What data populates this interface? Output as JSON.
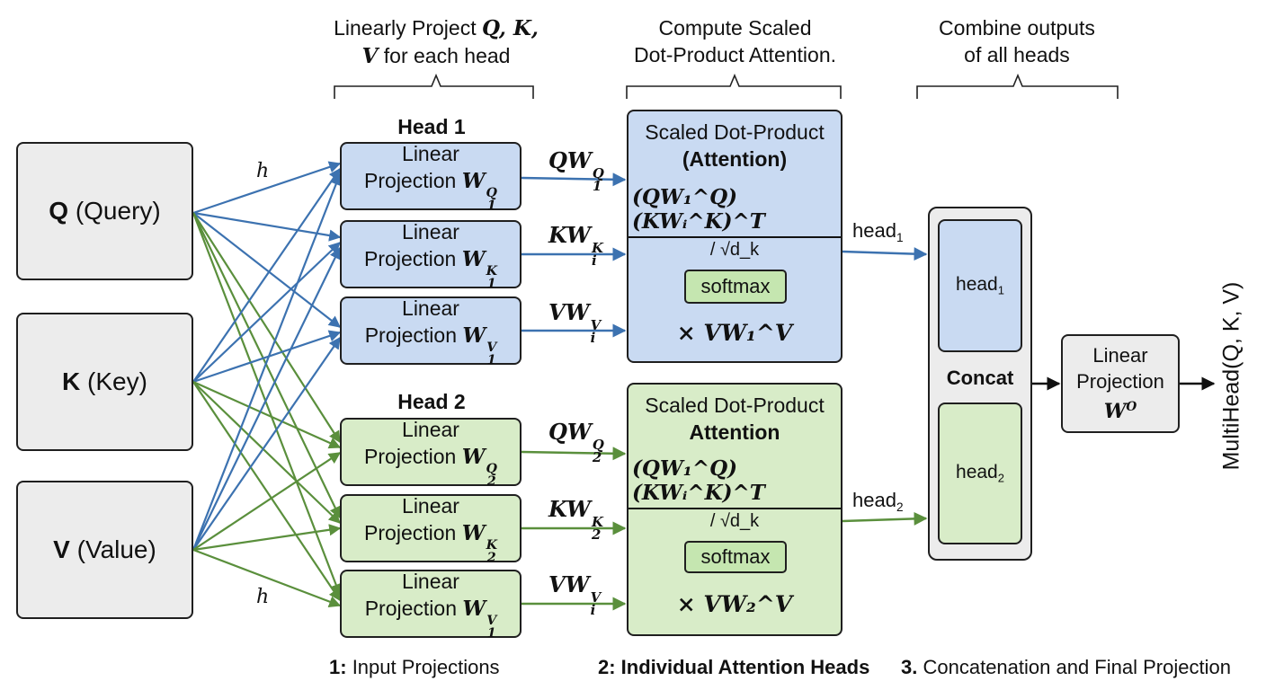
{
  "steps": {
    "step1_note_line1": "Linearly Project",
    "step1_note_vars": "Q, K,",
    "step1_note_v": "V",
    "step1_note_line2": "for each head",
    "step2_note_line1": "Compute Scaled",
    "step2_note_line2": "Dot-Product Attention.",
    "step3_note_line1": "Combine outputs",
    "step3_note_line2": "of all heads"
  },
  "inputs": [
    {
      "symbol": "Q",
      "label": "(Query)"
    },
    {
      "symbol": "K",
      "label": "(Key)"
    },
    {
      "symbol": "V",
      "label": "(Value)"
    }
  ],
  "h_label": "h",
  "heads": [
    {
      "title": "Head 1",
      "projections": [
        {
          "line1": "Linear",
          "line2": "Projection",
          "mat": "W",
          "sub": "1",
          "sup": "Q",
          "out": "QW",
          "out_sub": "1",
          "out_sup": "Q"
        },
        {
          "line1": "Linear",
          "line2": "Projection",
          "mat": "W",
          "sub": "1",
          "sup": "K",
          "out": "KW",
          "out_sub": "i",
          "out_sup": "K"
        },
        {
          "line1": "Linear",
          "line2": "Projection",
          "mat": "W",
          "sub": "1",
          "sup": "V",
          "out": "VW",
          "out_sub": "i",
          "out_sup": "V"
        }
      ],
      "attention": {
        "title_line1": "Scaled Dot-Product",
        "title_line2": "(Attention)",
        "numerator": "(QW₁^Q)(KWᵢ^K)^T",
        "denominator": "/ √d_k",
        "softmax": "softmax",
        "multiply": "× VW₁^V"
      },
      "output": "head",
      "output_sub": "1"
    },
    {
      "title": "Head 2",
      "projections": [
        {
          "line1": "Linear",
          "line2": "Projection",
          "mat": "W",
          "sub": "2",
          "sup": "Q",
          "out": "QW",
          "out_sub": "2",
          "out_sup": "Q"
        },
        {
          "line1": "Linear",
          "line2": "Projection",
          "mat": "W",
          "sub": "2",
          "sup": "K",
          "out": "KW",
          "out_sub": "2",
          "out_sup": "K"
        },
        {
          "line1": "Linear",
          "line2": "Projection",
          "mat": "W",
          "sub": "1",
          "sup": "V",
          "out": "VW",
          "out_sub": "i",
          "out_sup": "V"
        }
      ],
      "attention": {
        "title_line1": "Scaled Dot-Product",
        "title_line2": "Attention",
        "numerator": "(QW₁^Q)(KWᵢ^K)^T",
        "denominator": "/ √d_k",
        "softmax": "softmax",
        "multiply": "× VW₂^V"
      },
      "output": "head",
      "output_sub": "2"
    }
  ],
  "concat": {
    "label": "Concat",
    "slot1": "head",
    "slot1_sub": "1",
    "slot2": "head",
    "slot2_sub": "2"
  },
  "final_projection": {
    "line1": "Linear",
    "line2": "Projection",
    "mat": "W",
    "sup": "O"
  },
  "output_label": "MultiHead(Q, K, V)",
  "footer": {
    "step1_num": "1:",
    "step1_text": "Input Projections",
    "step2": "2: Individual Attention Heads",
    "step3_num": "3.",
    "step3_text": "Concatenation and Final Projection"
  },
  "colors": {
    "blue_wire": "#3c72b0",
    "green_wire": "#5a8f3c",
    "blue_fill": "#c9daf2",
    "green_fill": "#d8ecc8",
    "gray_fill": "#ececec"
  }
}
